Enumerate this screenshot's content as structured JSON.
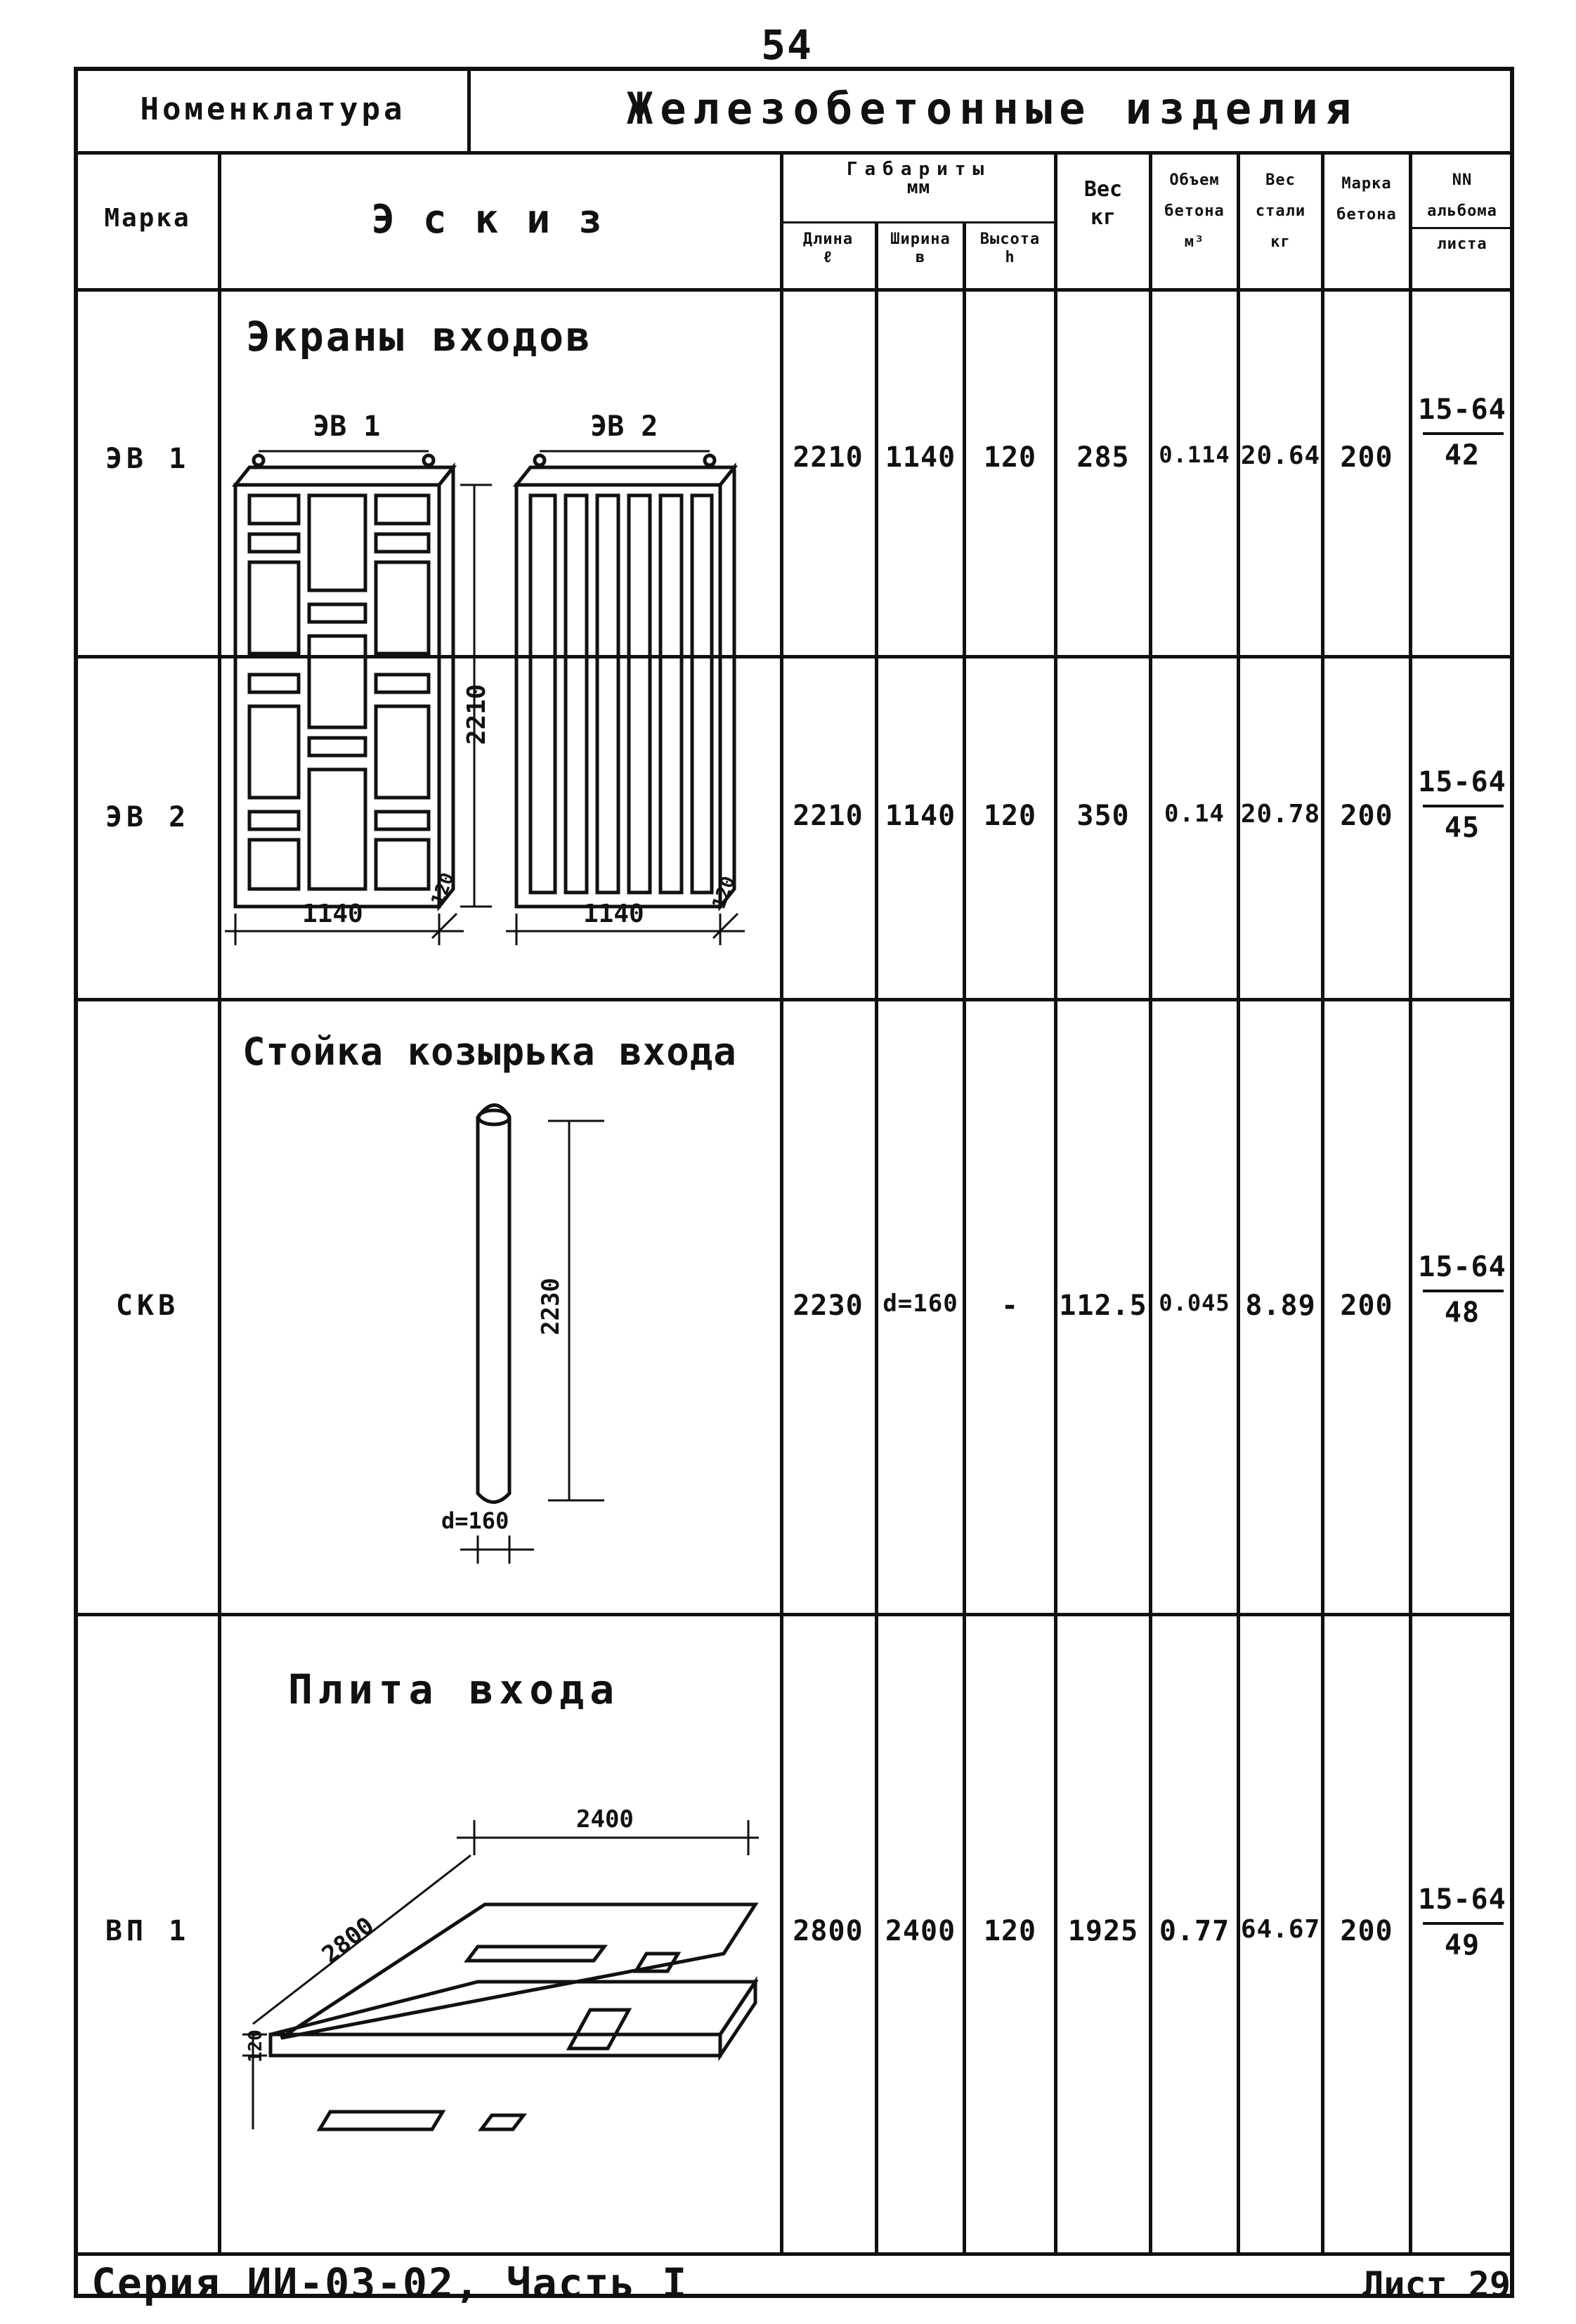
{
  "page_number": "54",
  "header": {
    "nomenclature_label": "Номенклатура",
    "title": "Железобетонные изделия"
  },
  "columns": {
    "mark": "Марка",
    "sketch": "Эскиз",
    "dims_group_line1": "Габариты",
    "dims_group_line2": "мм",
    "length_line1": "Длина",
    "length_line2": "ℓ",
    "width_line1": "Ширина",
    "width_line2": "в",
    "height_line1": "Высота",
    "height_line2": "h",
    "weight_line1": "Вес",
    "weight_line2": "кг",
    "concrete_volume_line1": "Объем",
    "concrete_volume_line2": "бетона",
    "concrete_volume_line3": "м³",
    "steel_weight_line1": "Вес",
    "steel_weight_line2": "стали",
    "steel_weight_line3": "кг",
    "concrete_grade_line1": "Марка",
    "concrete_grade_line2": "бетона",
    "album_line1": "NN",
    "album_line2": "альбома",
    "album_line3": "листа"
  },
  "sections": {
    "screens": "Экраны входов",
    "post": "Стойка козырька входа",
    "slab": "Плита входа"
  },
  "sketch_labels": {
    "eb1": "ЭВ 1",
    "eb2": "ЭВ 2",
    "height_2210": "2210",
    "width_1140_a": "1140",
    "width_1140_b": "1140",
    "thick_120_a": "120",
    "thick_120_b": "120",
    "post_height": "2230",
    "post_diameter": "d=160",
    "slab_length": "2800",
    "slab_width": "2400",
    "slab_thick": "120"
  },
  "rows": [
    {
      "mark": "ЭВ 1",
      "length": "2210",
      "width": "1140",
      "height": "120",
      "weight": "285",
      "volume": "0.114",
      "steel": "20.64",
      "grade": "200",
      "album": "15-64",
      "sheet": "42"
    },
    {
      "mark": "ЭВ 2",
      "length": "2210",
      "width": "1140",
      "height": "120",
      "weight": "350",
      "volume": "0.14",
      "steel": "20.78",
      "grade": "200",
      "album": "15-64",
      "sheet": "45"
    },
    {
      "mark": "СКВ",
      "length": "2230",
      "width": "d=160",
      "height": "-",
      "weight": "112.5",
      "volume": "0.045",
      "steel": "8.89",
      "grade": "200",
      "album": "15-64",
      "sheet": "48"
    },
    {
      "mark": "ВП 1",
      "length": "2800",
      "width": "2400",
      "height": "120",
      "weight": "1925",
      "volume": "0.77",
      "steel": "64.67",
      "grade": "200",
      "album": "15-64",
      "sheet": "49"
    }
  ],
  "footer": {
    "series": "Серия ИИ-03-02, Часть I",
    "sheet": "Лист 29"
  }
}
